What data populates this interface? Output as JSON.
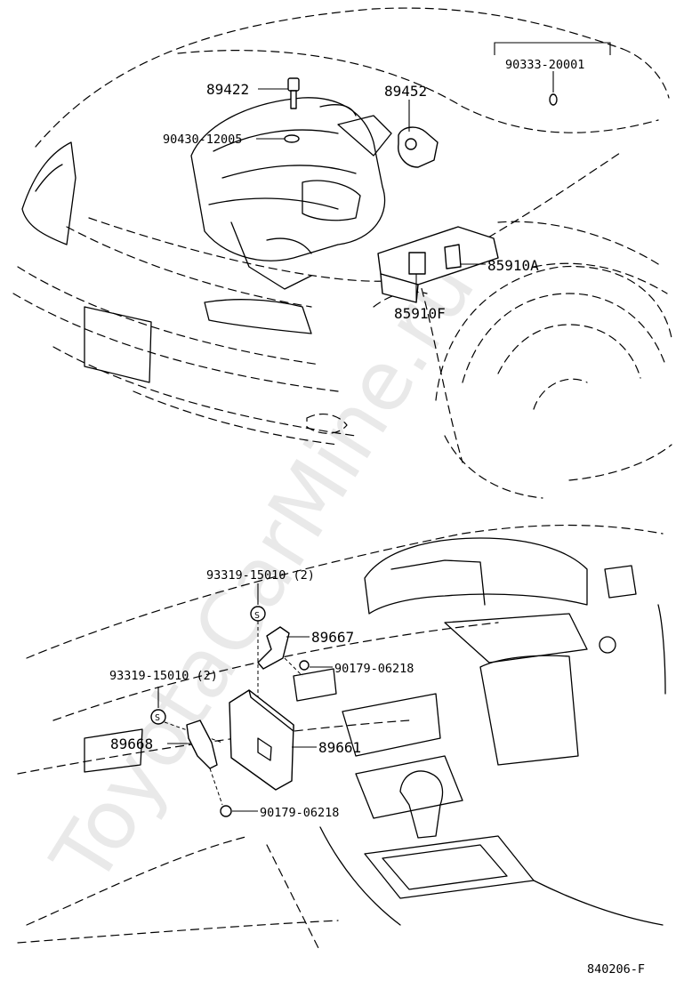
{
  "diagram_code": "840206-F",
  "watermark": "ToyotaCarMine.ru",
  "parts": {
    "p89422": "89422",
    "p89452": "89452",
    "p90430": "90430-12005",
    "p90333": "90333-20001",
    "p85910A": "85910A",
    "p85910F": "85910F",
    "p93319_top": "93319-15010 (2)",
    "p89667": "89667",
    "p90179_top": "90179-06218",
    "p93319_left": "93319-15010 (2)",
    "p89668": "89668",
    "p89661": "89661",
    "p90179_bottom": "90179-06218"
  },
  "symbols": {
    "s_mark": "S"
  }
}
